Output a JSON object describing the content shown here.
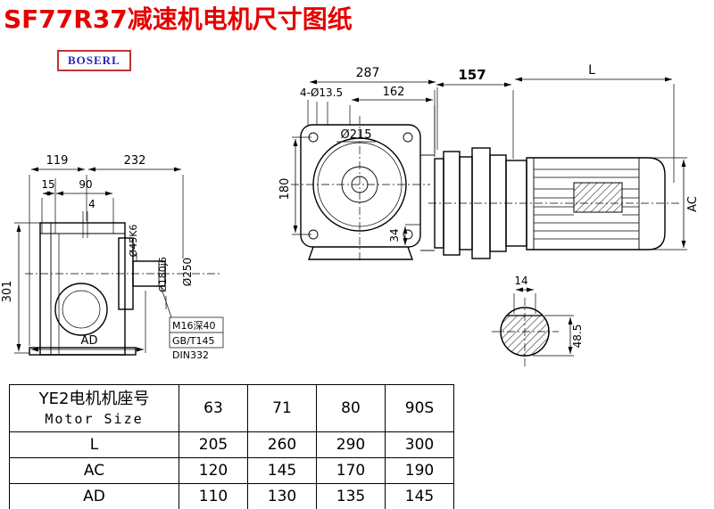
{
  "page": {
    "title": "SF77R37减速机电机尺寸图纸",
    "logo": "BOSERL"
  },
  "left_view": {
    "dim_width1": "119",
    "dim_width2": "232",
    "dim_15": "15",
    "dim_90": "90",
    "dim_4": "4",
    "dim_height": "301",
    "dim_ad": "AD",
    "shaft_dia": "Ø45K6",
    "spigot_dia": "Ø180j6",
    "flange_dia": "Ø250",
    "tap_note1": "M16深40",
    "tap_note2": "GB/T145",
    "tap_note3": "DIN332"
  },
  "front_view": {
    "dim_287": "287",
    "dim_162": "162",
    "holes_note": "4-Ø13.5",
    "bore_dia": "Ø215",
    "dim_180": "180",
    "dim_34": "34"
  },
  "motor_view": {
    "dim_157": "157",
    "dim_l": "L",
    "dim_ac": "AC",
    "key_width": "14",
    "shaft_height": "48.5"
  },
  "table": {
    "header_cn": "YE2电机机座号",
    "header_en": "Motor Size",
    "sizes": [
      "63",
      "71",
      "80",
      "90S"
    ],
    "rows": [
      {
        "label": "L",
        "values": [
          "205",
          "260",
          "290",
          "300"
        ]
      },
      {
        "label": "AC",
        "values": [
          "120",
          "145",
          "170",
          "190"
        ]
      },
      {
        "label": "AD",
        "values": [
          "110",
          "130",
          "135",
          "145"
        ]
      }
    ]
  }
}
